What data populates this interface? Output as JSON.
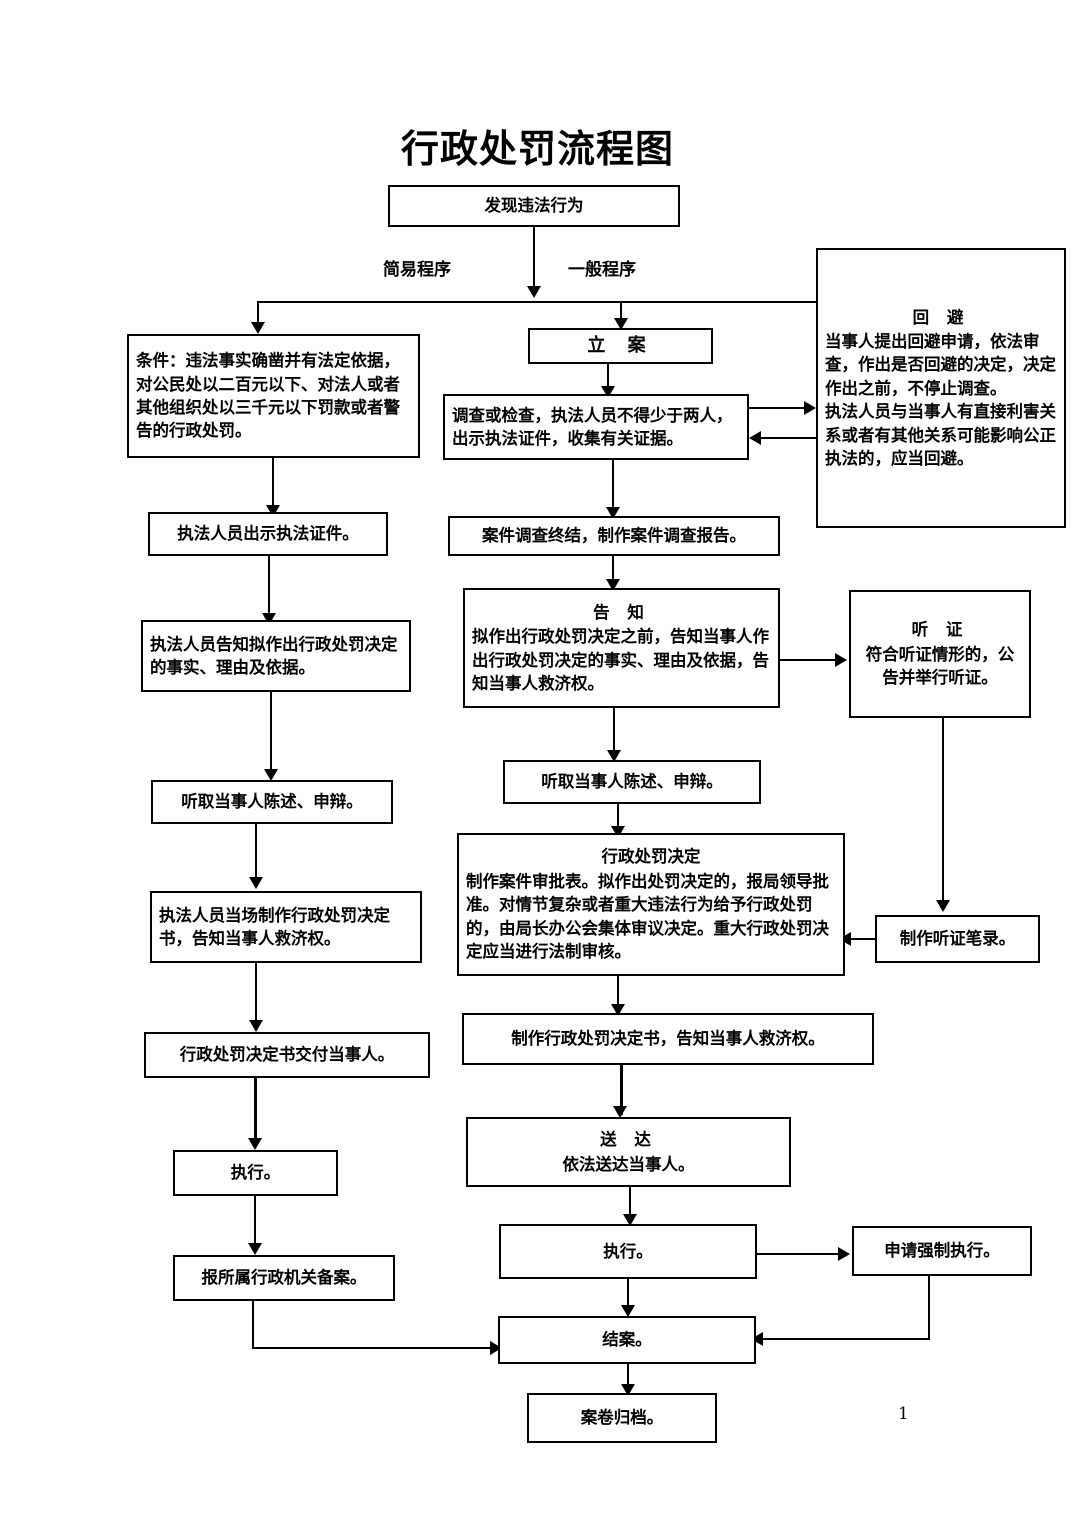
{
  "document": {
    "title": "行政处罚流程图",
    "page_number": "1"
  },
  "branch_labels": {
    "simple": "简易程序",
    "general": "一般程序"
  },
  "nodes": {
    "start": {
      "text": "发现违法行为"
    },
    "filing": {
      "text": "立  案"
    },
    "simple_condition": {
      "text": "条件：违法事实确凿并有法定依据，对公民处以二百元以下、对法人或者其他组织处以三千元以下罚款或者警告的行政处罚。"
    },
    "simple_show_id": {
      "text": "执法人员出示执法证件。"
    },
    "simple_inform": {
      "text": "执法人员告知拟作出行政处罚决定的事实、理由及依据。"
    },
    "simple_hear_statement": {
      "text": "听取当事人陈述、申辩。"
    },
    "simple_onsite_decision": {
      "text": "执法人员当场制作行政处罚决定书，告知当事人救济权。"
    },
    "simple_deliver": {
      "text": "行政处罚决定书交付当事人。"
    },
    "simple_execute": {
      "text": "执行。"
    },
    "simple_record_filing": {
      "text": "报所属行政机关备案。"
    },
    "investigate": {
      "text": "调查或检查，执法人员不得少于两人，出示执法证件，收集有关证据。"
    },
    "investigation_report": {
      "text": "案件调查终结，制作案件调查报告。"
    },
    "recusal": {
      "heading": "回  避",
      "body": "当事人提出回避申请，依法审查，作出是否回避的决定，决定作出之前，不停止调查。\n执法人员与当事人有直接利害关系或者有其他关系可能影响公正执法的，应当回避。"
    },
    "notification": {
      "heading": "告  知",
      "body": "拟作出行政处罚决定之前，告知当事人作出行政处罚决定的事实、理由及依据，告知当事人救济权。"
    },
    "hearing": {
      "heading": "听  证",
      "body": "符合听证情形的，公告并举行听证。"
    },
    "hearing_record": {
      "text": "制作听证笔录。"
    },
    "general_hear_statement": {
      "text": "听取当事人陈述、申辩。"
    },
    "penalty_decision": {
      "heading": "行政处罚决定",
      "body": "制作案件审批表。拟作出处罚决定的，报局领导批准。对情节复杂或者重大违法行为给予行政处罚的，由局长办公会集体审议决定。重大行政处罚决定应当进行法制审核。"
    },
    "make_decision_doc": {
      "text": "制作行政处罚决定书，告知当事人救济权。"
    },
    "service": {
      "heading": "送  达",
      "body": "依法送达当事人。"
    },
    "general_execute": {
      "text": "执行。"
    },
    "compulsory_execution": {
      "text": "申请强制执行。"
    },
    "case_closed": {
      "text": "结案。"
    },
    "archive": {
      "text": "案卷归档。"
    }
  },
  "colors": {
    "ink": "#000000",
    "paper": "#ffffff"
  }
}
